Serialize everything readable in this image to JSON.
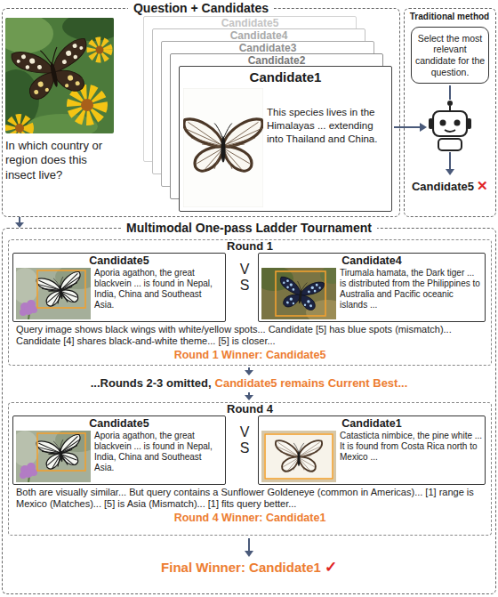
{
  "diagram": {
    "nodes": [
      {
        "text": [
          "Question + Candidates"
        ]
      },
      {
        "text": [
          "Candidate5"
        ],
        "in": 0
      },
      {
        "text": [
          "Candidate4"
        ],
        "in": 0
      },
      {
        "text": [
          "Candidate3"
        ],
        "in": 0
      },
      {
        "text": [
          "Candidate2"
        ],
        "in": 0
      },
      {
        "text": [
          "Candidate1",
          "This species lives in the Himalayas ... extending into Thailand and China."
        ],
        "in": 0
      },
      {
        "text": [
          "Traditional method"
        ]
      },
      {
        "text": [
          "Select the most relevant candidate for the question."
        ],
        "in": 6
      },
      {
        "text": [
          "Multimodal One-pass Ladder Tournament"
        ]
      },
      {
        "text": [
          "Round 1",
          "Query image shows black wings with white/yellow spots... Candidate [5] has blue spots (mismatch)... Candidate [4] shares black-and-white theme... [5] is closer...",
          "Round 1 Winner: Candidate5"
        ],
        "in": 8
      },
      {
        "text": [
          "Candidate5",
          "Aporia agathon, the great blackvein ... is found in Nepal, India, China and Southeast Asia."
        ],
        "in": 9
      },
      {
        "text": [
          "Candidate4",
          "Tirumala hamata, the Dark tiger ... is distributed from the Philippines to Australia and Pacific oceanic islands ..."
        ],
        "in": 9
      },
      {
        "text": [
          "Round 4",
          "Both are visually similar... But query contains a Sunflower Goldeneye (common in Americas)... [1] range is Mexico (Matches)... [5] is Asia (Mismatch)... [1] fits query better...",
          "Round 4 Winner: Candidate1"
        ],
        "in": 8
      },
      {
        "text": [
          "Candidate5",
          "Aporia agathon, the great blackvein ... is found in Nepal, India, China and Southeast Asia."
        ],
        "in": 12
      },
      {
        "text": [
          "Candidate1",
          "Catasticta nimbice, the pine white ... It is found from Costa Rica north to Mexico ..."
        ],
        "in": 12
      }
    ],
    "edges": [
      {
        "from": 0,
        "to": 8,
        "arrow": "to"
      }
    ],
    "labels": [
      "In which country or region does this insect live?",
      "Candidate5",
      "✕",
      "V S",
      "...Rounds 2-3 omitted,",
      "Candidate5 remains Current Best...",
      "V S",
      "Final Winner: Candidate1",
      "✓"
    ]
  }
}
